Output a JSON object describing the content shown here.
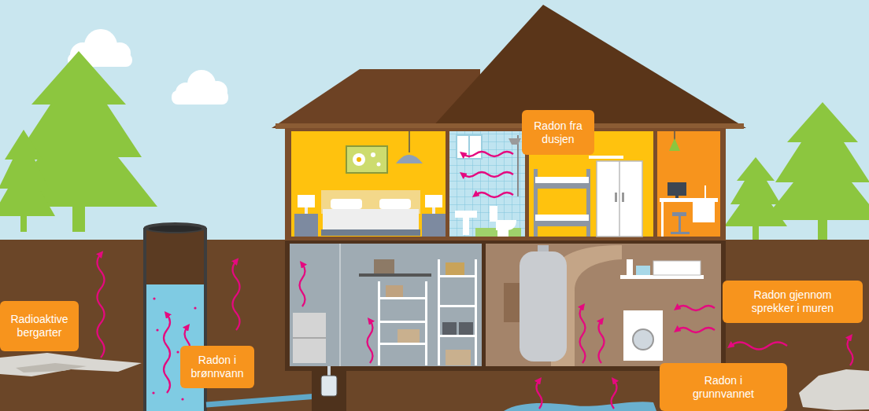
{
  "diagram": {
    "nodes": [
      {
        "text": [
          "Radon fra dusjen"
        ]
      },
      {
        "text": [
          "Radioaktive bergarter"
        ]
      },
      {
        "text": [
          "Radon i brønnvann"
        ]
      },
      {
        "text": [
          "Radon gjennom sprekker i muren"
        ]
      },
      {
        "text": [
          "Radon i grunnvannet"
        ]
      }
    ]
  }
}
